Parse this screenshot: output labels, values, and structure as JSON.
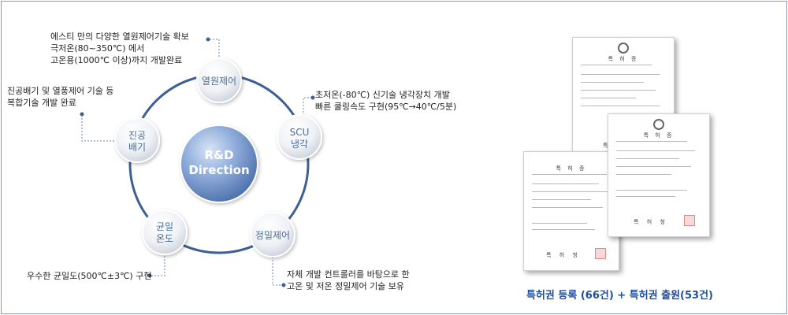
{
  "diagram": {
    "center": {
      "line1": "R&D",
      "line2": "Direction"
    },
    "nodes": {
      "top": {
        "line1": "열원제어"
      },
      "right": {
        "line1": "SCU",
        "line2": "냉각"
      },
      "bottom_right": {
        "line1": "정밀제어"
      },
      "bottom_left": {
        "line1": "균일",
        "line2": "온도"
      },
      "left": {
        "line1": "진공",
        "line2": "배기"
      }
    },
    "annotations": {
      "top": [
        "에스티 만의 다양한 열원제어기술 확보",
        "극저온(80~350℃) 에서",
        "고온용(1000℃ 이상)까지 개발완료"
      ],
      "right": [
        "초저온(-80℃) 신기술 냉각장치 개발",
        "빠른 쿨링속도 구현(95℃→40℃/5분)"
      ],
      "left": [
        "진공배기 및 열풍제어 기술 등",
        "복합기술 개발 완료"
      ],
      "bottom_left": [
        "우수한 균일도(500℃±3℃) 구현"
      ],
      "bottom_right": [
        "자체 개발 컨트롤러를 바탕으로 한",
        "고온 및 저온 정밀제어 기술 보유"
      ]
    },
    "colors": {
      "ring": "#3d5f95",
      "center": "#7f9fd0",
      "node": "#e8ecf2",
      "leader": "#6a86b5",
      "dot": "#3d5f95"
    }
  },
  "patents": {
    "caption": "특허권 등록 (66건) + 특허권 출원(53건)",
    "certificate_title": "특 허 증",
    "issuer": "특 허 청"
  }
}
